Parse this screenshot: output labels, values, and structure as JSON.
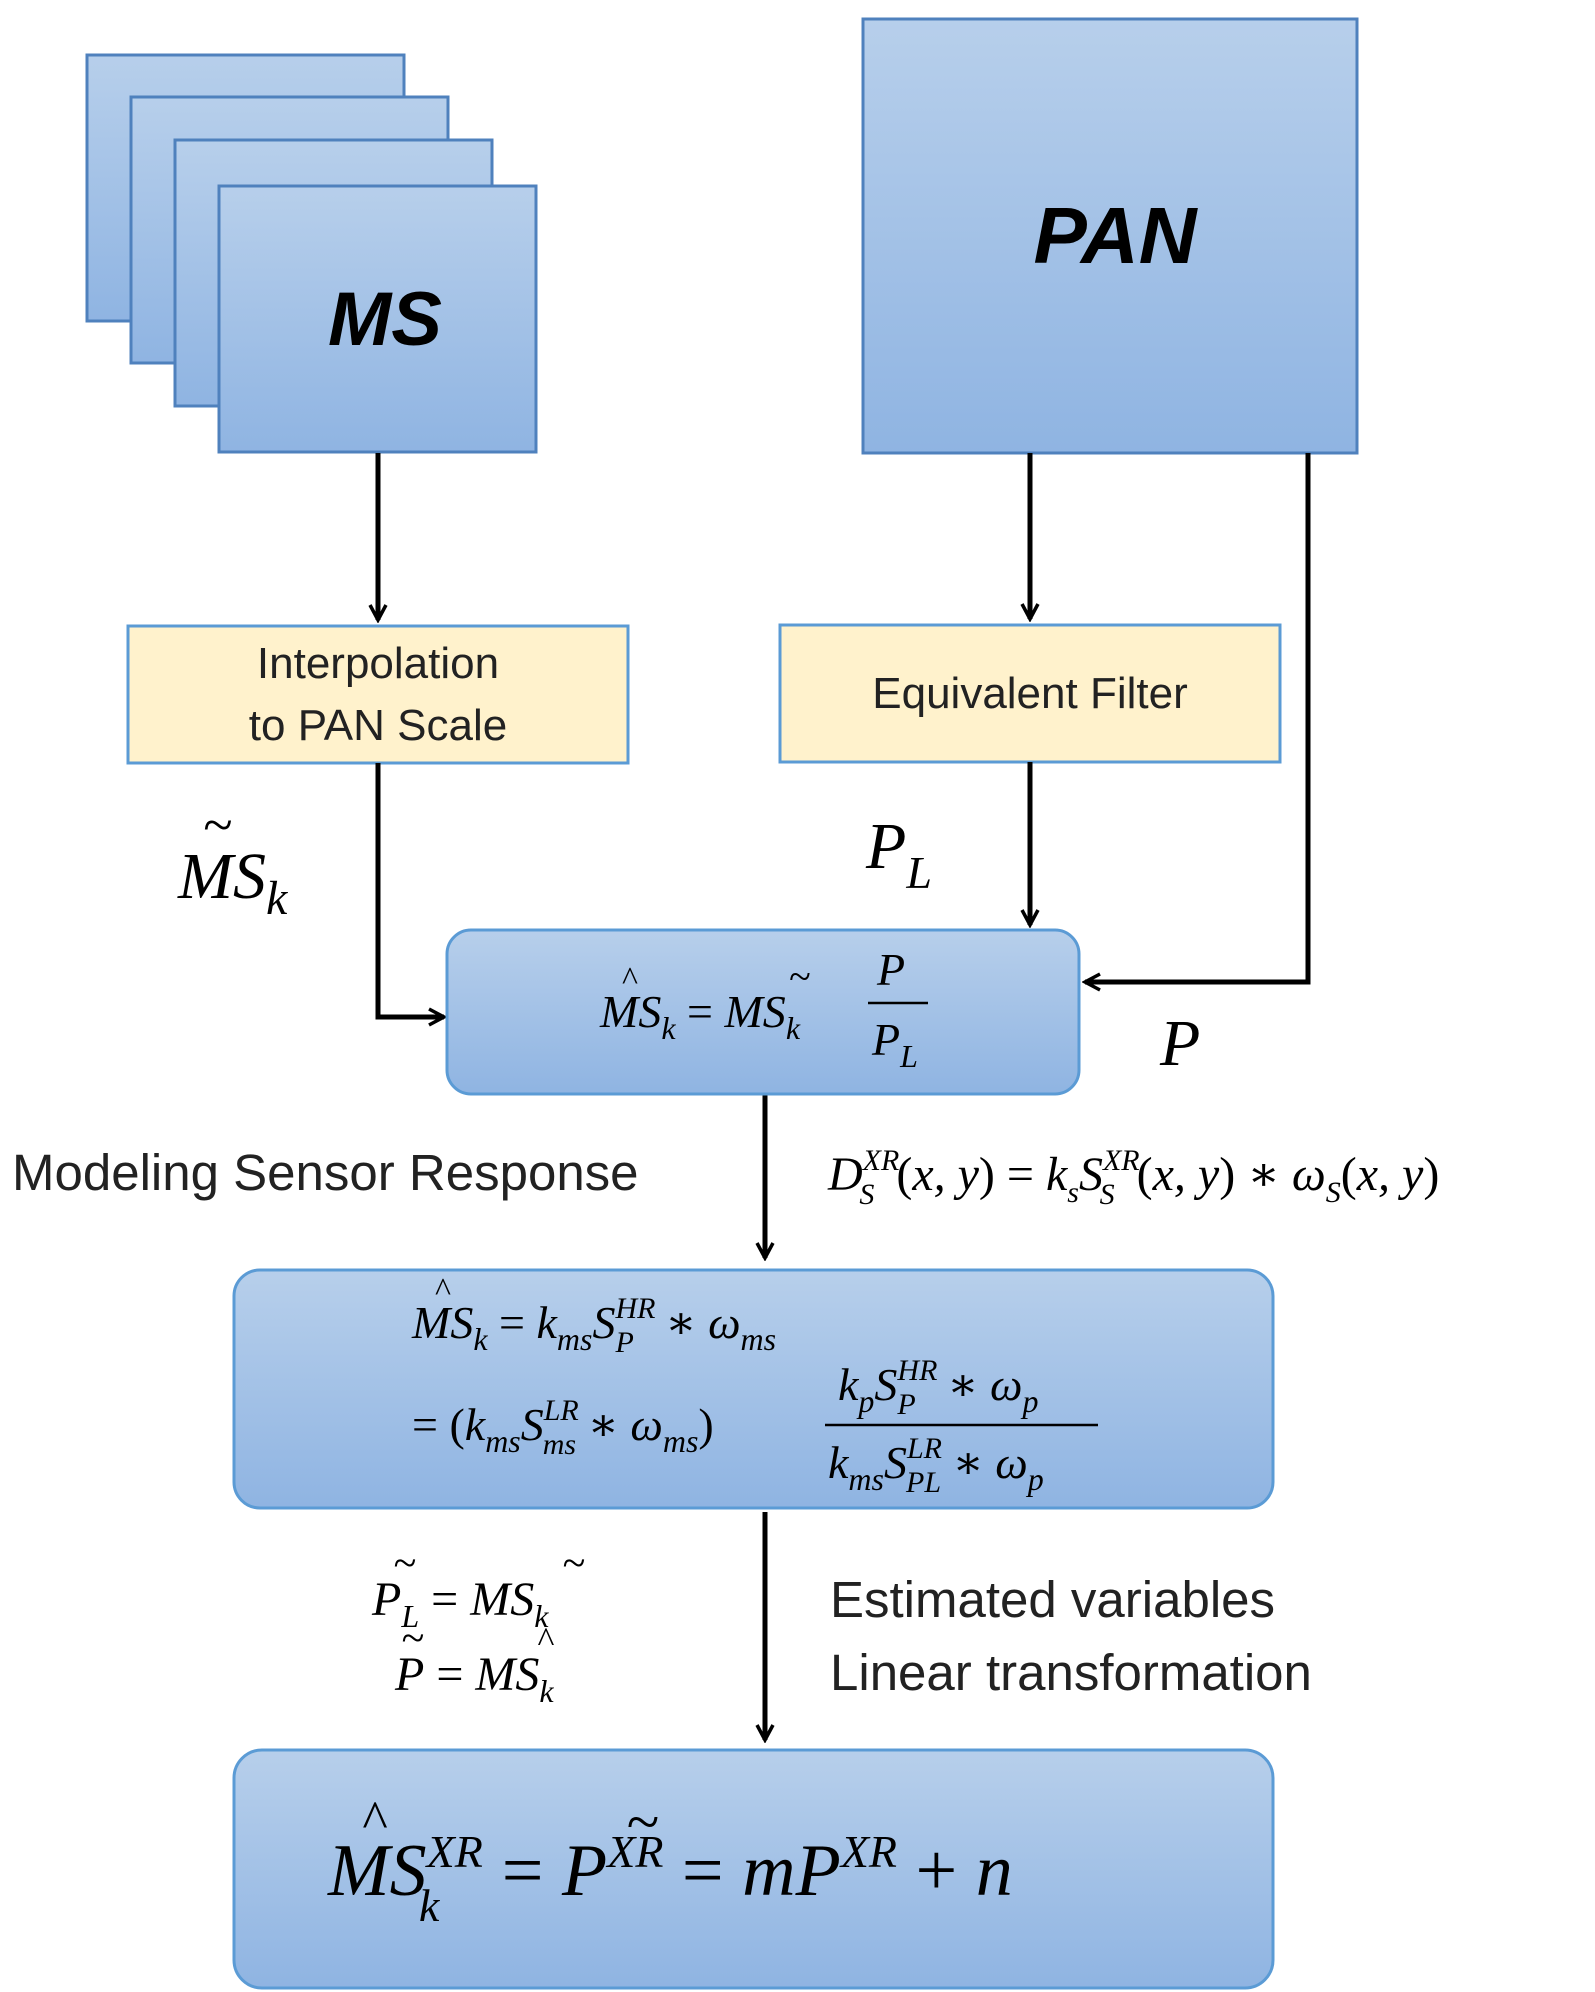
{
  "blocks": {
    "ms": {
      "label": "MS"
    },
    "pan": {
      "label": "PAN"
    },
    "interpolation": {
      "line1": "Interpolation",
      "line2": "to PAN Scale"
    },
    "equivalent_filter": {
      "label": "Equivalent Filter"
    }
  },
  "edge_labels": {
    "ms_tilde_k": "MS̃k",
    "p_l": "PL",
    "p": "P"
  },
  "formulas": {
    "ratio_box": "M̂Sk = M̃Sk · P / PL",
    "sensor_model": "DSXR(x, y) = ks SSXR(x, y) ∗ ωS(x, y)",
    "model_box_line1": "M̂Sk = kms SPHR ∗ ωms",
    "model_box_line2": "= (kms SmsLR ∗ ωms) · (kp SPHR ∗ ωp) / (kms SPLLR ∗ ωp)",
    "estimate_1": "P̃L = M̃Sk",
    "estimate_2": "P̃ = M̂Sk",
    "final_box": "M̂SkXR = P̃XR = mPXR + n"
  },
  "annotations": {
    "modeling": "Modeling Sensor Response",
    "estimated_line1": "Estimated variables",
    "estimated_line2": "Linear transformation"
  },
  "colors": {
    "block_top": "#b5cdea",
    "block_bottom": "#8eb4e3",
    "block_stroke": "#4f81bd",
    "process_fill": "#fff2cc",
    "process_stroke": "#5b9bd5",
    "arrow": "#000000"
  }
}
